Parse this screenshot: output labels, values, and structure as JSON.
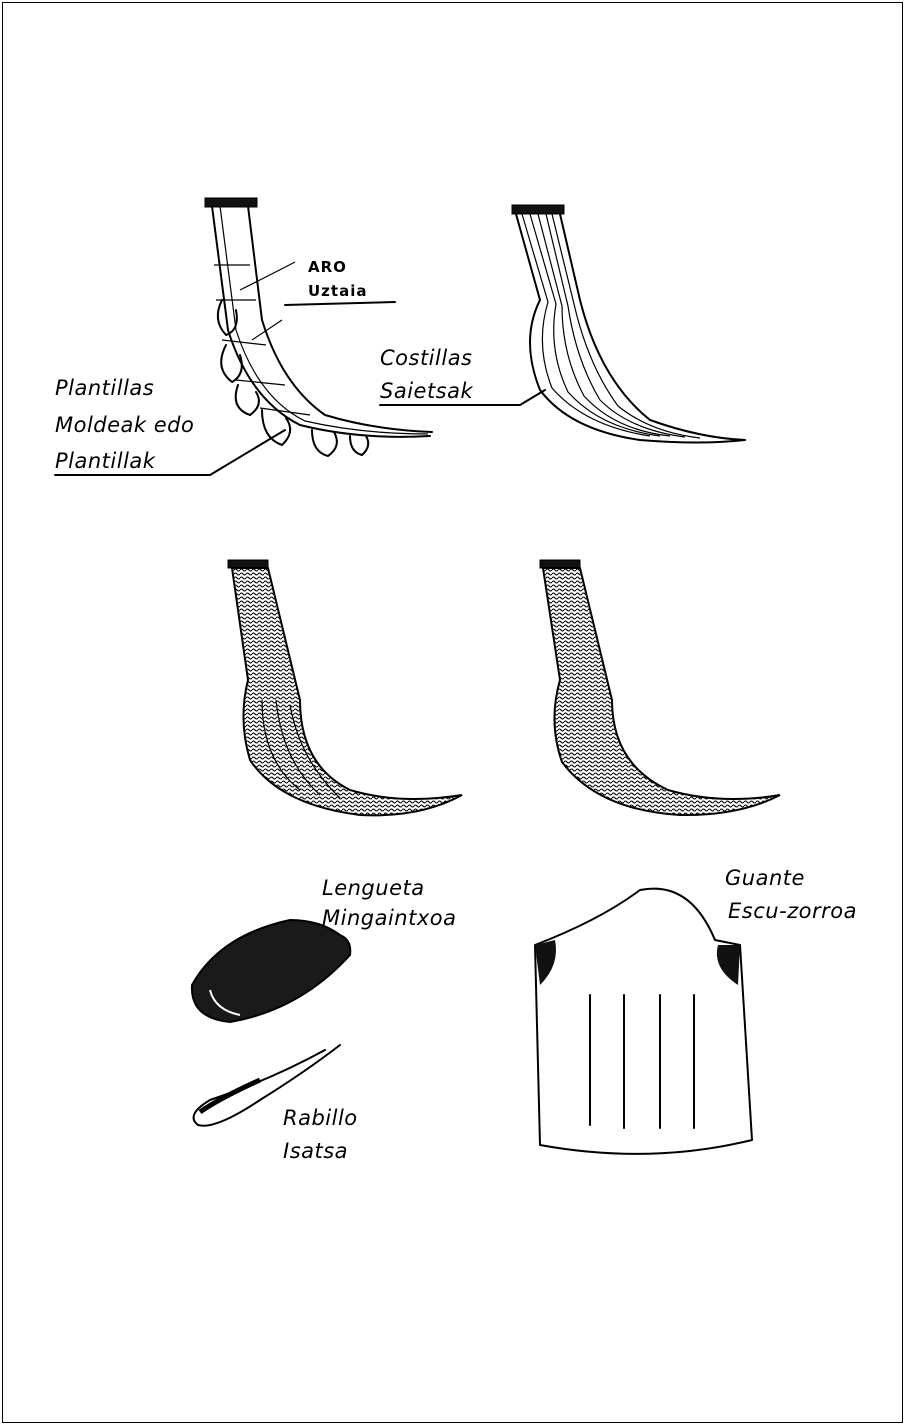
{
  "labels": {
    "aro_es": "ARO",
    "aro_eu": "Uztaia",
    "plantillas_es": "Plantillas",
    "plantillas_eu_1": "Moldeak edo",
    "plantillas_eu_2": "Plantillak",
    "costillas_es": "Costillas",
    "costillas_eu": "Saietsak",
    "lengueta_es": "Lengueta",
    "lengueta_eu": "Mingaintxoa",
    "rabillo_es": "Rabillo",
    "rabillo_eu": "Isatsa",
    "guante_es": "Guante",
    "guante_eu": "Escu-zorroa"
  },
  "colors": {
    "ink": "#000000",
    "paper": "#ffffff"
  }
}
